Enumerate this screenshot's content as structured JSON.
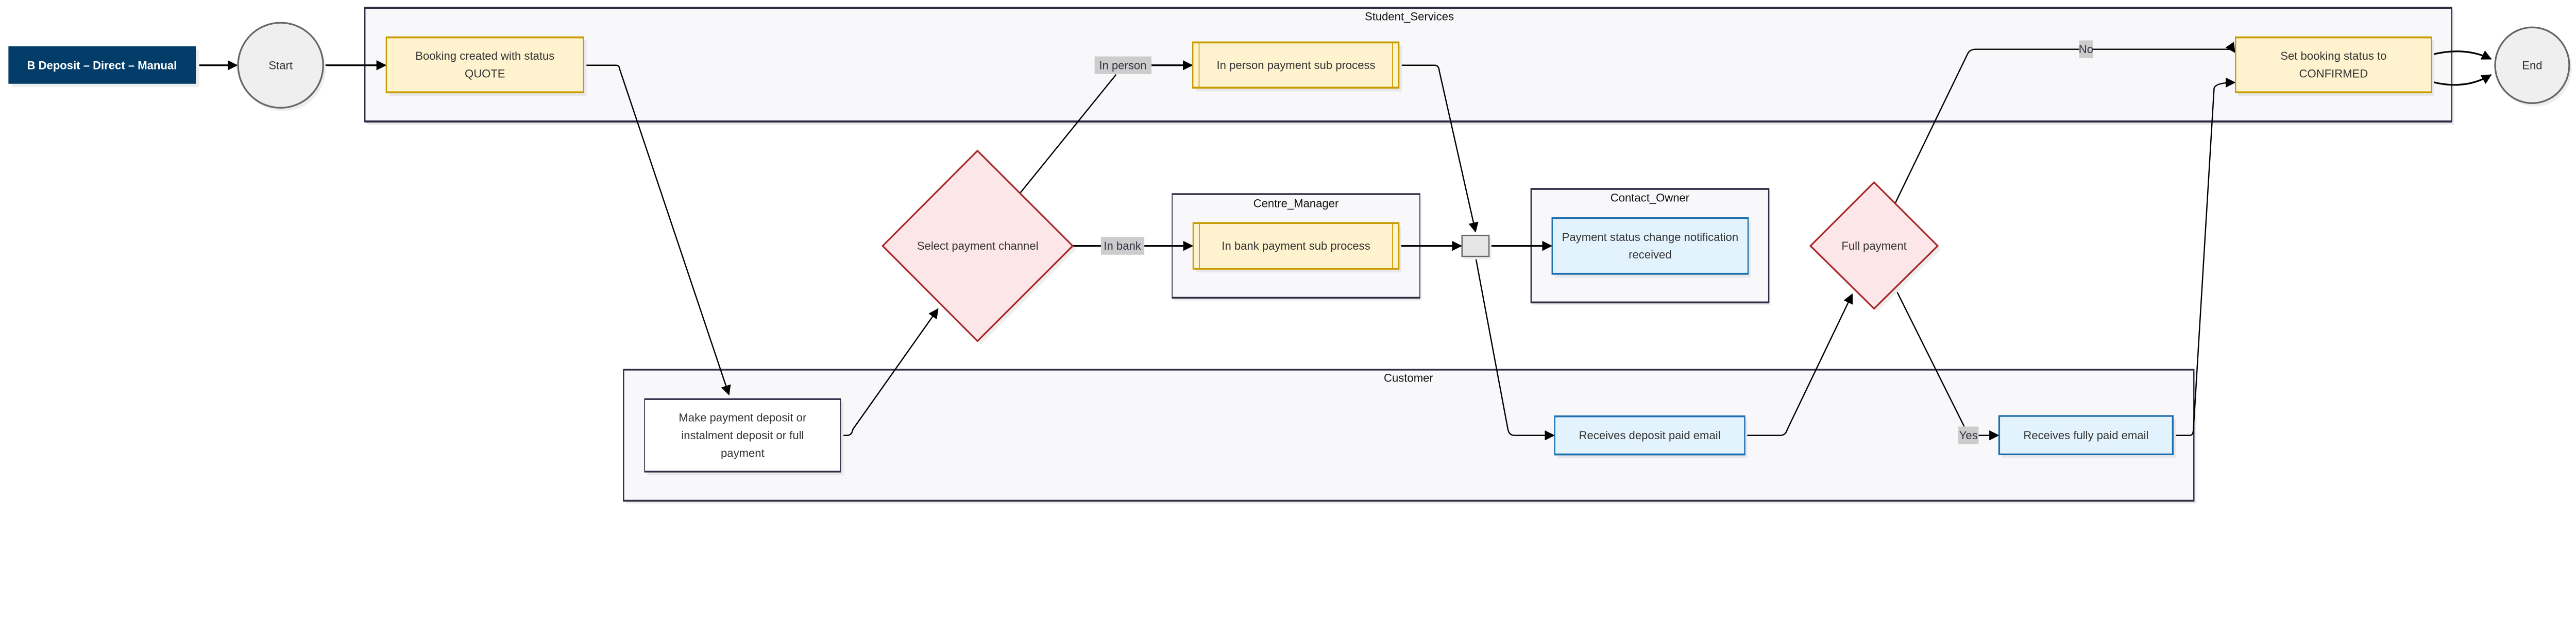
{
  "diagram": {
    "header": "B Deposit – Direct – Manual",
    "start": "Start",
    "end": "End",
    "lanes": {
      "student_services": "Student_Services",
      "centre_manager": "Centre_Manager",
      "contact_owner": "Contact_Owner",
      "customer": "Customer"
    },
    "tasks": {
      "booking_created": "Booking created with status QUOTE",
      "in_person_sub": "In person payment sub process",
      "in_bank_sub": "In bank payment sub process",
      "payment_status_change": "Payment status change notification received",
      "make_payment": "Make payment deposit or instalment deposit or full payment",
      "receives_deposit": "Receives deposit paid email",
      "receives_fully_paid": "Receives fully paid email",
      "set_confirmed": "Set booking status to CONFIRMED"
    },
    "gateways": {
      "select_channel": "Select payment channel",
      "full_payment": "Full payment"
    },
    "edge_labels": {
      "in_person": "In person",
      "in_bank": "In bank",
      "no": "No",
      "yes": "Yes"
    },
    "colors": {
      "header_bg": "#023d6a",
      "task_fill": "#fff3cf",
      "task_stroke": "#c89b00",
      "notify_fill": "#e3f3fd",
      "notify_stroke": "#1f6fae",
      "gateway_fill": "#fce6e8",
      "gateway_stroke": "#a62a2e",
      "lane_fill": "#f8f8fa",
      "lane_stroke": "#2d2d45"
    }
  }
}
